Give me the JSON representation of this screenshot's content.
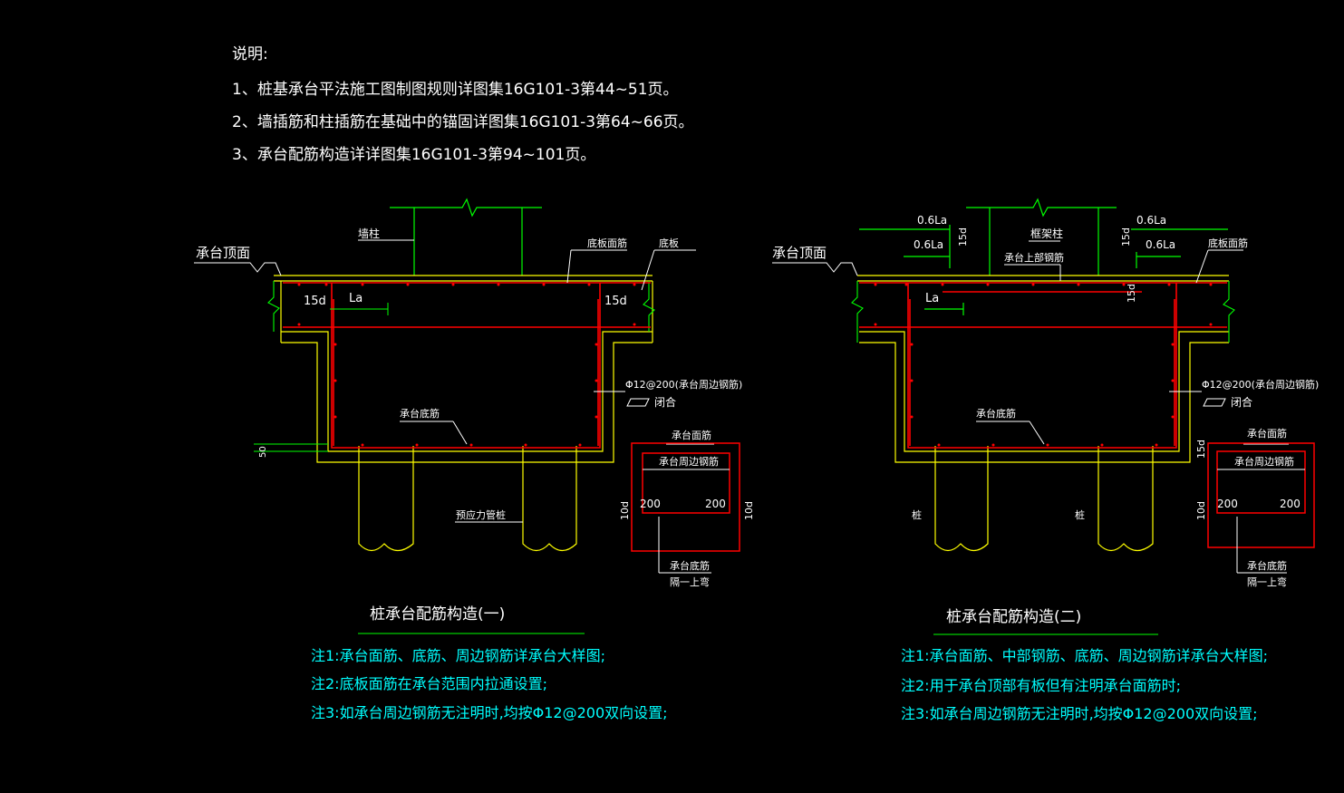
{
  "notes": {
    "heading": "说明:",
    "lines": [
      "1、桩基承台平法施工图制图规则详图集16G101-3第44~51页。",
      "2、墙插筋和柱插筋在基础中的锚固详图集16G101-3第64~66页。",
      "3、承台配筋构造详详图集16G101-3第94~101页。"
    ]
  },
  "left": {
    "cap_top": "承台顶面",
    "wall_col": "墙柱",
    "slab_face": "底板面筋",
    "slab": "底板",
    "d15a": "15d",
    "d15b": "15d",
    "la": "La",
    "rebar": "Φ12@200(承台周边钢筋)",
    "closed": "闭合",
    "bottom_bar": "承台底筋",
    "d50": "50",
    "pile": "预应力管桩",
    "title": "桩承台配筋构造(一)",
    "s_top": "承台面筋",
    "s_peri": "承台周边钢筋",
    "s_200a": "200",
    "s_200b": "200",
    "s_10da": "10d",
    "s_10db": "10d",
    "s_bot": "承台底筋",
    "s_bend": "隔一上弯",
    "notes": [
      "注1:承台面筋、底筋、周边钢筋详承台大样图;",
      "注2:底板面筋在承台范围内拉通设置;",
      "注3:如承台周边钢筋无注明时,均按Φ12@200双向设置;"
    ]
  },
  "right": {
    "cap_top": "承台顶面",
    "frame_col": "框架柱",
    "mid_bar": "承台上部钢筋",
    "slab_face": "底板面筋",
    "la06a": "0.6La",
    "la06b": "0.6La",
    "la06c": "0.6La",
    "la06d": "0.6La",
    "d15a": "15d",
    "d15b": "15d",
    "d15c": "15d",
    "la": "La",
    "rebar": "Φ12@200(承台周边钢筋)",
    "closed": "闭合",
    "bottom_bar": "承台底筋",
    "pile_a": "桩",
    "pile_b": "桩",
    "title": "桩承台配筋构造(二)",
    "s_top": "承台面筋",
    "s_peri": "承台周边钢筋",
    "s_200a": "200",
    "s_200b": "200",
    "s_10da": "10d",
    "s_15d": "15d",
    "s_bot": "承台底筋",
    "s_bend": "隔一上弯",
    "notes": [
      "注1:承台面筋、中部钢筋、底筋、周边钢筋详承台大样图;",
      "注2:用于承台顶部有板但有注明承台面筋时;",
      "注3:如承台周边钢筋无注明时,均按Φ12@200双向设置;"
    ]
  },
  "colors": {
    "concrete": "#ffff00",
    "rebar": "#ff0000",
    "green": "#00ff00",
    "white": "#ffffff",
    "cyan": "#00ffff",
    "background": "#000000"
  }
}
